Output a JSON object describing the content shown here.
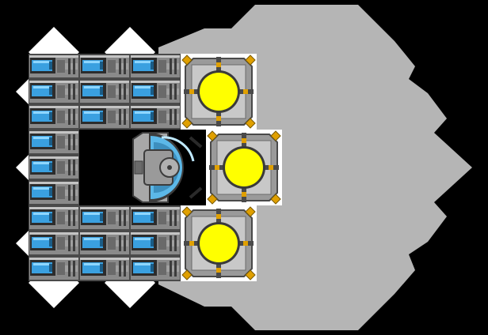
{
  "scene": {
    "background_color": "#000000",
    "hull_color": "#b5b5b5",
    "armor_color": "#ffffff",
    "module_columns": 3,
    "module_rows": 9,
    "module_grid_gap_cells": [
      [
        1,
        3
      ],
      [
        2,
        3
      ],
      [
        1,
        4
      ],
      [
        2,
        4
      ],
      [
        1,
        5
      ],
      [
        2,
        5
      ]
    ],
    "battery_cell_color": "#3aa0e0",
    "battery_cell_highlight": "#8ed6ff",
    "module_casing_color": "#8a8a8a",
    "module_dark_color": "#4a4a4a",
    "reactor": {
      "count": 3,
      "core_color": "#ffff00",
      "frame_color": "#9a9a9a",
      "frame_inner_color": "#c8c8c8",
      "rivet_color": "#e0a000"
    },
    "cockpit": {
      "shell_color": "#a8a8a8",
      "glass_color": "#5cb8e8",
      "glass_highlight": "#bfe9ff"
    }
  }
}
